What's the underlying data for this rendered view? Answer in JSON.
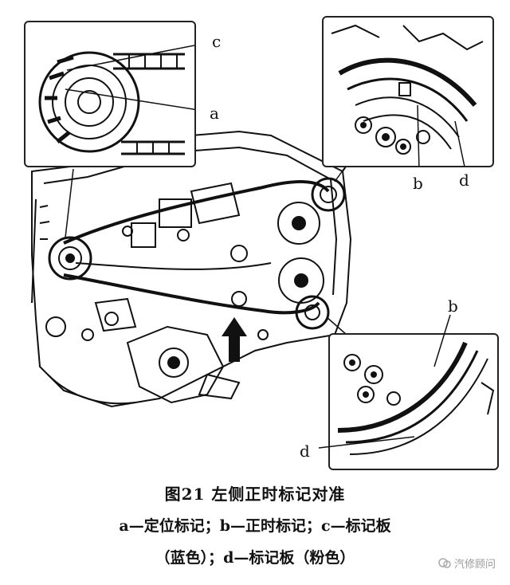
{
  "labels": {
    "c": "c",
    "a": "a",
    "b_top": "b",
    "d_top": "d",
    "b_bottom": "b",
    "d_bottom": "d"
  },
  "caption": {
    "title": "图21    左侧正时标记对准",
    "line1": "a—定位标记；b—正时标记；c—标记板",
    "line2": "（蓝色）；d—标记板（粉色）"
  },
  "watermark": {
    "text": "汽修顾问"
  }
}
